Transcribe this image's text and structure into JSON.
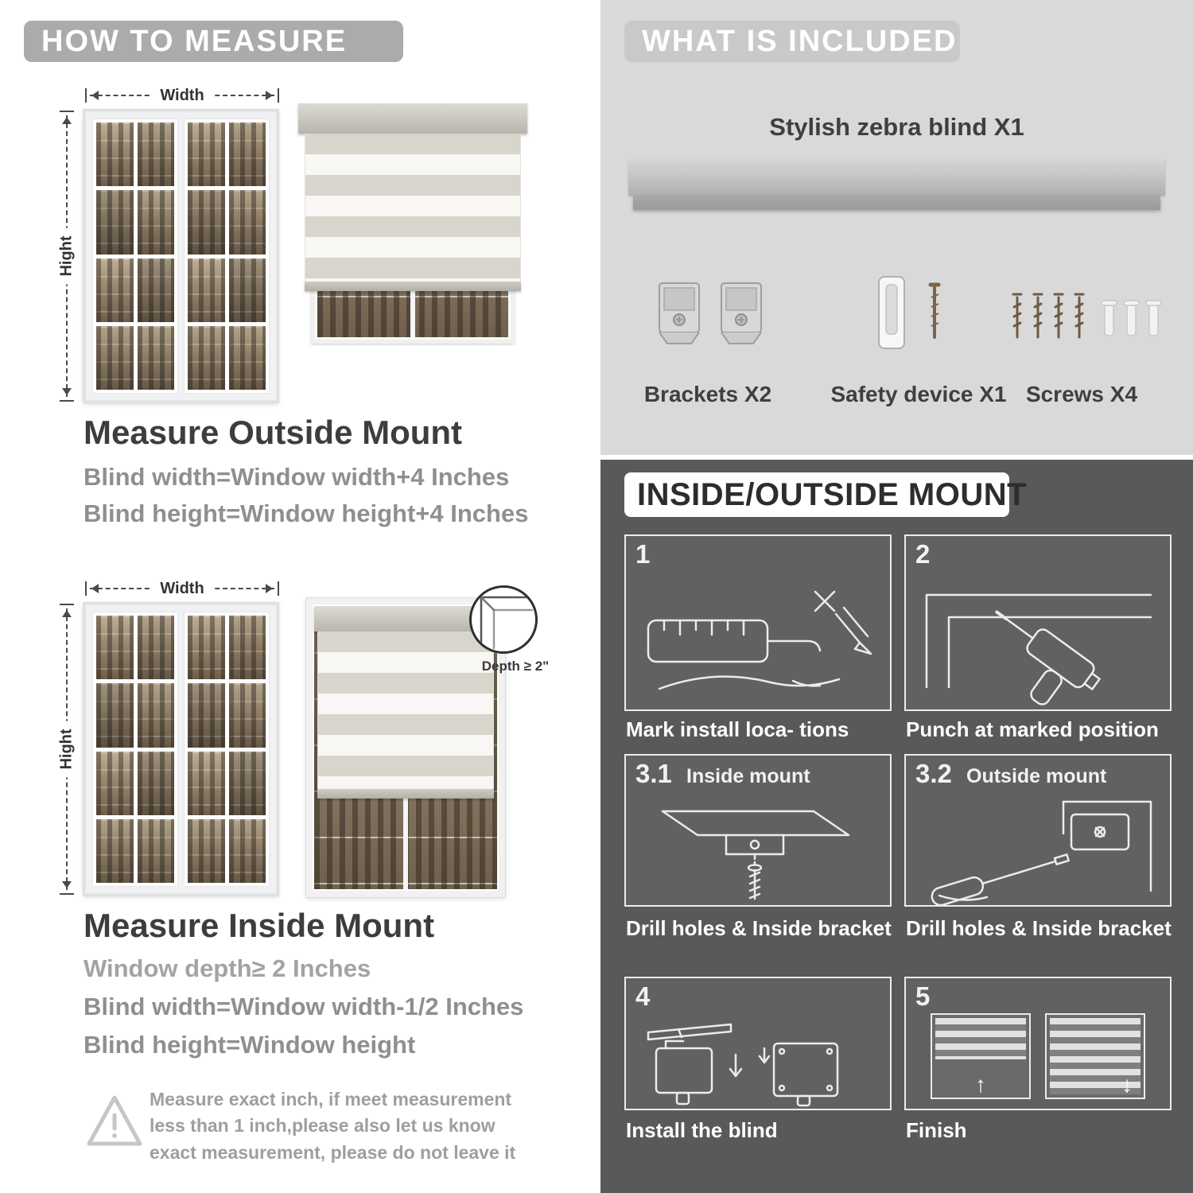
{
  "colors": {
    "left_pill": "#ababab",
    "right_pill": "#c9c9c9",
    "light_bg": "#d9d9d9",
    "dark_bg": "#59595b"
  },
  "icons": {
    "up_arrow": "↑",
    "down_arrow": "↓"
  },
  "left": {
    "header": "HOW TO MEASURE",
    "width_label": "Width",
    "height_label": "Hight",
    "outside": {
      "title": "Measure Outside Mount",
      "line1": "Blind width=Window width+4 Inches",
      "line2": "Blind height=Window height+4 Inches"
    },
    "inside": {
      "depth_note": "Depth ≥ 2\"",
      "title": "Measure Inside Mount",
      "line1": "Window depth≥ 2 Inches",
      "line2": "Blind width=Window width-1/2 Inches",
      "line3": "Blind height=Window height"
    },
    "warning": {
      "text": "Measure exact inch, if meet measurement less than 1 inch,please also let us know exact measurement, please do not leave it"
    }
  },
  "right": {
    "included": {
      "header": "WHAT IS INCLUDED",
      "blind_label": "Stylish zebra blind X1",
      "items": [
        {
          "label": "Brackets X2"
        },
        {
          "label": "Safety device X1"
        },
        {
          "label": "Screws X4"
        }
      ]
    },
    "mount": {
      "header": "INSIDE/OUTSIDE MOUNT",
      "steps": [
        {
          "num": "1",
          "caption": "Mark install loca- tions"
        },
        {
          "num": "2",
          "caption": "Punch at  marked position"
        },
        {
          "num": "3.1",
          "label": "Inside mount",
          "caption": "Drill holes &  Inside bracket"
        },
        {
          "num": "3.2",
          "label": "Outside mount",
          "caption": "Drill holes &  Inside bracket"
        },
        {
          "num": "4",
          "caption": "Install the blind"
        },
        {
          "num": "5",
          "caption": "Finish"
        }
      ]
    }
  }
}
